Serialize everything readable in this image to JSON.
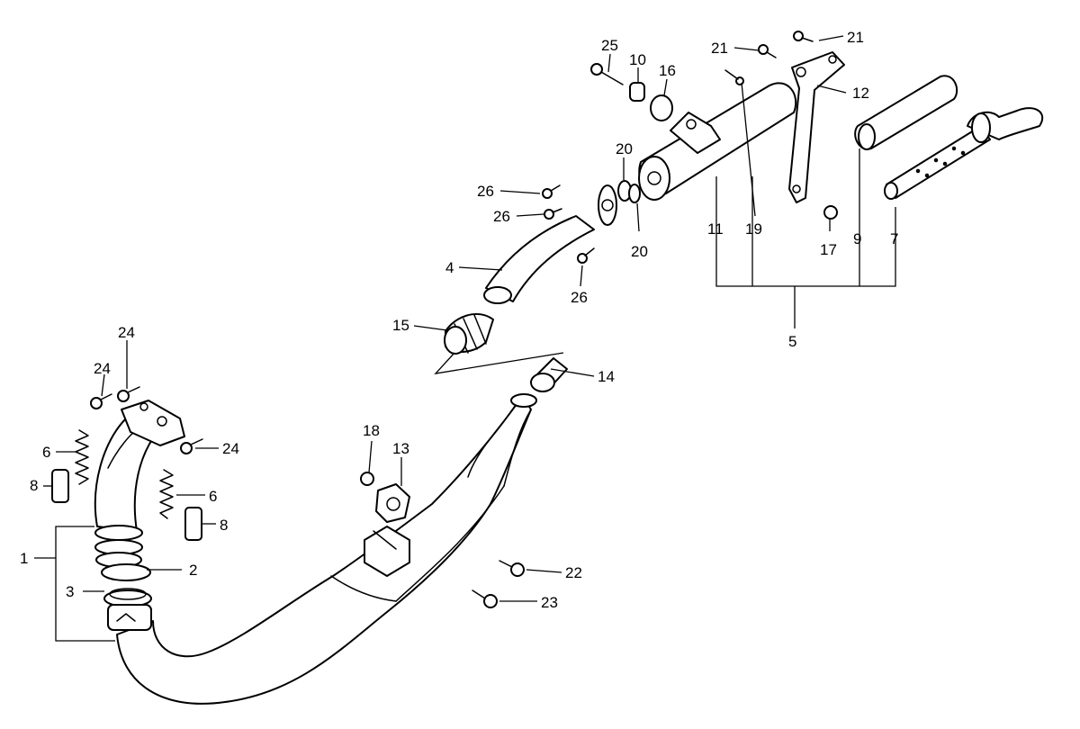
{
  "callouts": {
    "c1": "1",
    "c2": "2",
    "c3": "3",
    "c4": "4",
    "c5": "5",
    "c6a": "6",
    "c6b": "6",
    "c7": "7",
    "c8a": "8",
    "c8b": "8",
    "c9": "9",
    "c10": "10",
    "c11": "11",
    "c12": "12",
    "c13": "13",
    "c14": "14",
    "c15": "15",
    "c16": "16",
    "c17": "17",
    "c18": "18",
    "c19": "19",
    "c20a": "20",
    "c20b": "20",
    "c21a": "21",
    "c21b": "21",
    "c22": "22",
    "c23": "23",
    "c24a": "24",
    "c24b": "24",
    "c24c": "24",
    "c25": "25",
    "c26a": "26",
    "c26b": "26",
    "c26c": "26"
  }
}
